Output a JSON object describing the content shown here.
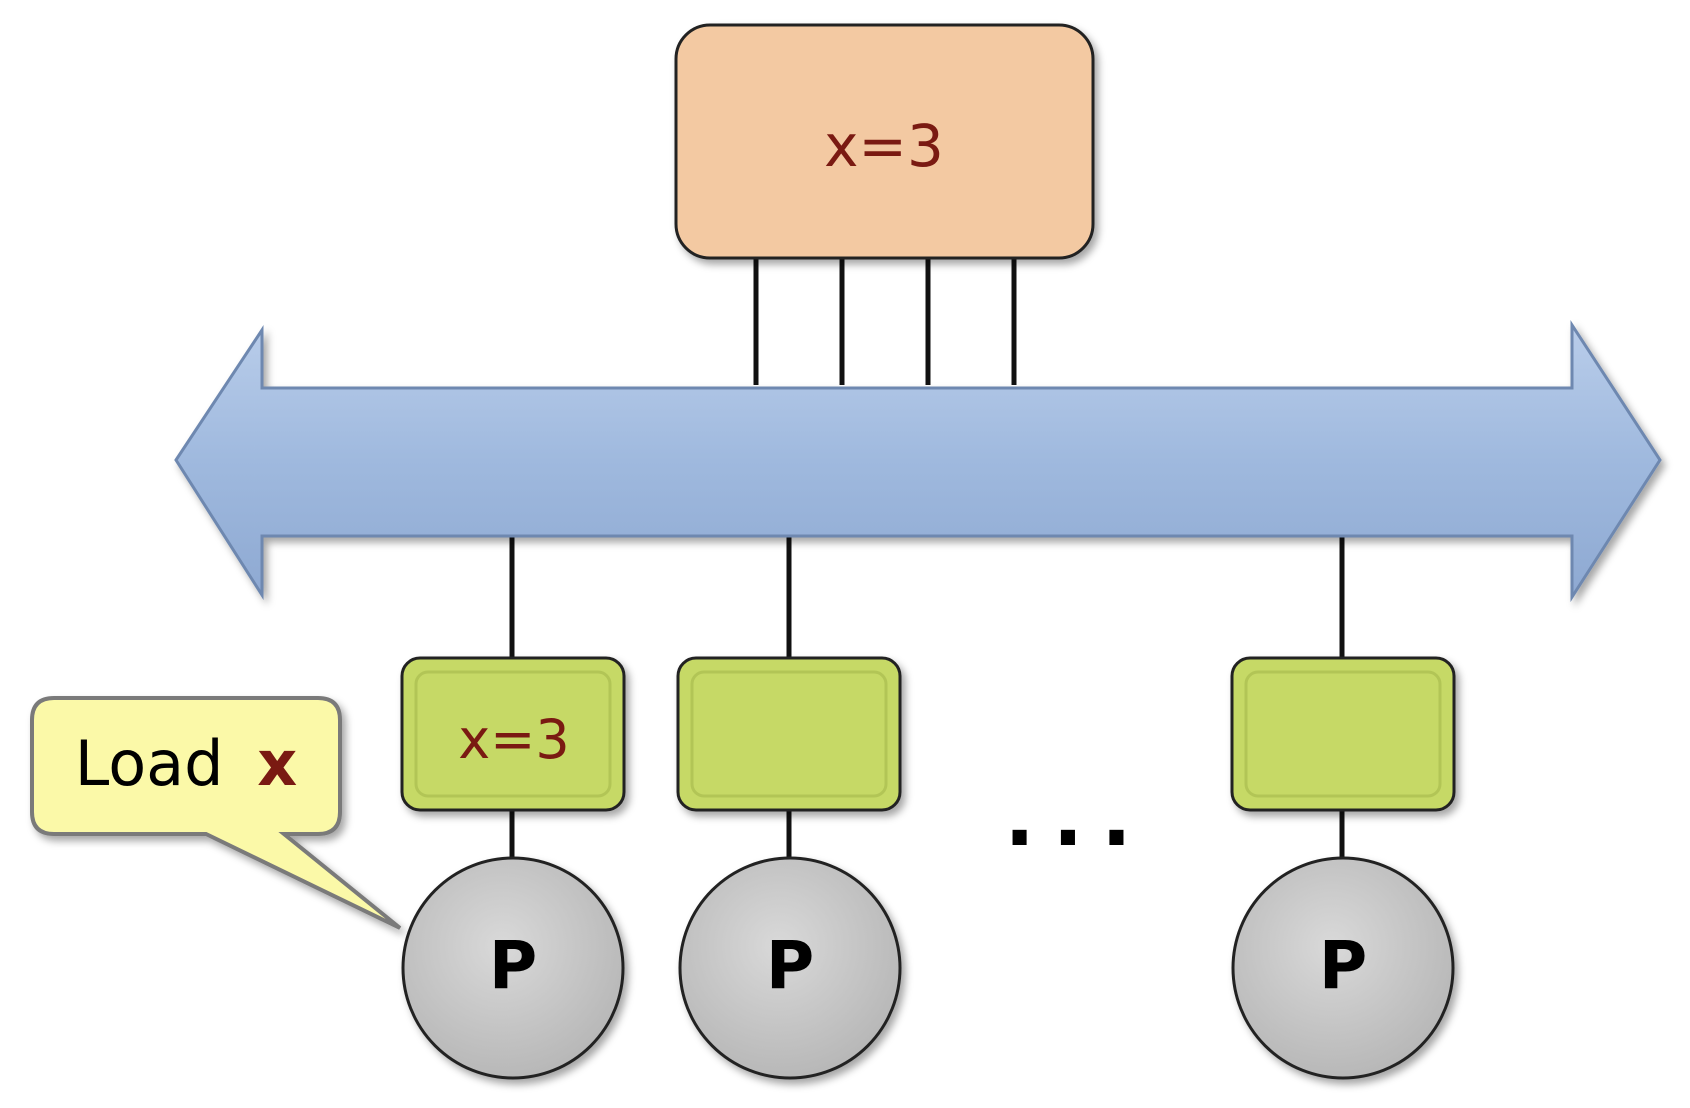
{
  "memory": {
    "value": "x=3"
  },
  "caches": [
    {
      "value": "x=3"
    },
    {
      "value": ""
    },
    {
      "value": ""
    }
  ],
  "processors": [
    {
      "label": "P"
    },
    {
      "label": "P"
    },
    {
      "label": "P"
    }
  ],
  "ellipsis": "...",
  "callout": {
    "verb": "Load",
    "variable": "x"
  },
  "colors": {
    "memory_fill": "#f3c9a2",
    "bus_fill": "#9fb9de",
    "cache_fill": "#c6d966",
    "processor_fill": "#c8c8c8",
    "callout_fill": "#fbf9a8",
    "value_text": "#7a1a12",
    "outline": "#222222"
  }
}
